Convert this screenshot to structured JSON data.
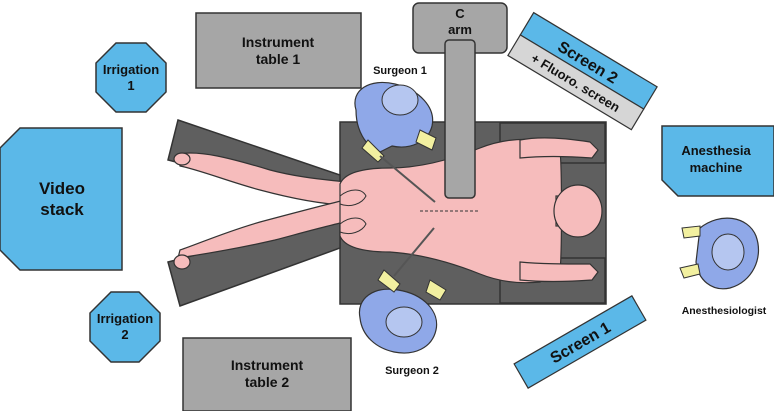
{
  "labels": {
    "c_arm_line1": "C",
    "c_arm_line2": "arm",
    "instrument_table_1_line1": "Instrument",
    "instrument_table_1_line2": "table 1",
    "instrument_table_2_line1": "Instrument",
    "instrument_table_2_line2": "table 2",
    "irrigation_1_line1": "Irrigation",
    "irrigation_1_line2": "1",
    "irrigation_2_line1": "Irrigation",
    "irrigation_2_line2": "2",
    "video_stack_line1": "Video",
    "video_stack_line2": "stack",
    "screen_2": "Screen 2",
    "fluoro_screen": "+ Fluoro. screen",
    "anesthesia_line1": "Anesthesia",
    "anesthesia_line2": "machine",
    "screen_1": "Screen 1",
    "surgeon_1": "Surgeon 1",
    "surgeon_2": "Surgeon 2",
    "anesthesiologist": "Anesthesiologist"
  },
  "colors": {
    "equipment_blue": "#5bb8e8",
    "table_gray": "#a6a6a6",
    "or_table_dark": "#5f5f5f",
    "skin": "#f6bcbc",
    "gown_blue": "#8fa8e8",
    "glove_yellow": "#f2f0a0"
  }
}
